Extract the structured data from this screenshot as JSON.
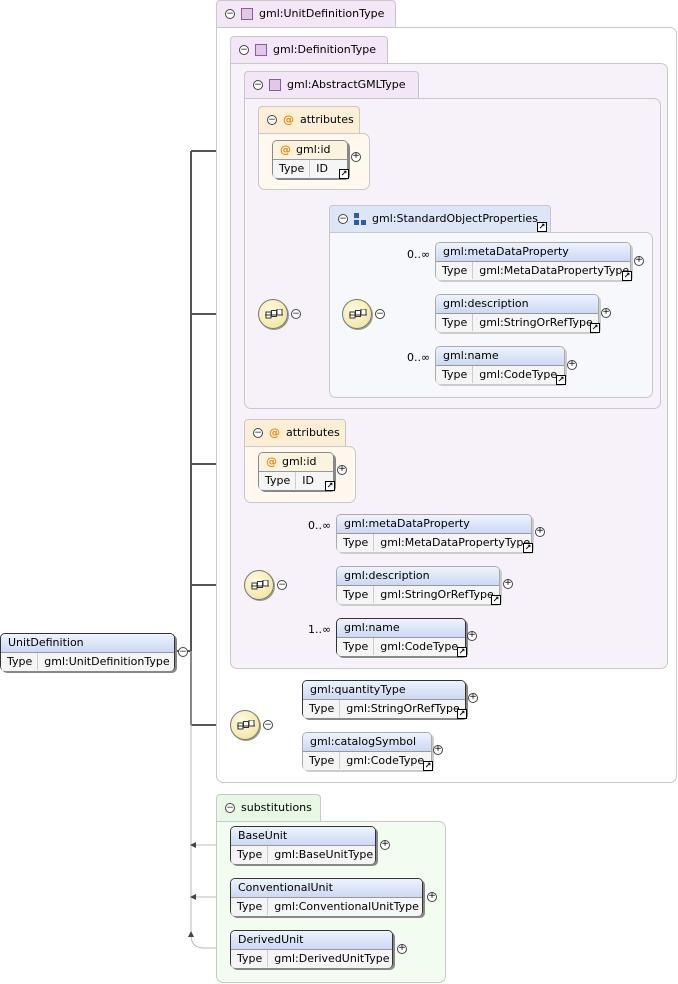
{
  "unit_definition_type": {
    "label": "gml:UnitDefinitionType"
  },
  "definition_type": {
    "label": "gml:DefinitionType"
  },
  "abstract_gml_type": {
    "label": "gml:AbstractGMLType"
  },
  "attributes_label": "attributes",
  "gml_id": {
    "name": "gml:id",
    "type_key": "Type",
    "type_value": "ID"
  },
  "standard_object_properties": {
    "label": "gml:StandardObjectProperties"
  },
  "sop_children": [
    {
      "name": "gml:metaDataProperty",
      "type_key": "Type",
      "type_value": "gml:MetaDataPropertyType",
      "cardinality": "0..∞"
    },
    {
      "name": "gml:description",
      "type_key": "Type",
      "type_value": "gml:StringOrRefType",
      "cardinality": ""
    },
    {
      "name": "gml:name",
      "type_key": "Type",
      "type_value": "gml:CodeType",
      "cardinality": "0..∞"
    }
  ],
  "def_children": [
    {
      "name": "gml:metaDataProperty",
      "type_key": "Type",
      "type_value": "gml:MetaDataPropertyType",
      "cardinality": "0..∞"
    },
    {
      "name": "gml:description",
      "type_key": "Type",
      "type_value": "gml:StringOrRefType",
      "cardinality": ""
    },
    {
      "name": "gml:name",
      "type_key": "Type",
      "type_value": "gml:CodeType",
      "cardinality": "1..∞"
    }
  ],
  "unit_children": [
    {
      "name": "gml:quantityType",
      "type_key": "Type",
      "type_value": "gml:StringOrRefType"
    },
    {
      "name": "gml:catalogSymbol",
      "type_key": "Type",
      "type_value": "gml:CodeType"
    }
  ],
  "root": {
    "name": "UnitDefinition",
    "type_key": "Type",
    "type_value": "gml:UnitDefinitionType"
  },
  "substitutions": {
    "label": "substitutions",
    "items": [
      {
        "name": "BaseUnit",
        "type_key": "Type",
        "type_value": "gml:BaseUnitType"
      },
      {
        "name": "ConventionalUnit",
        "type_key": "Type",
        "type_value": "gml:ConventionalUnitType"
      },
      {
        "name": "DerivedUnit",
        "type_key": "Type",
        "type_value": "gml:DerivedUnitType"
      }
    ]
  },
  "colors": {
    "complex_bg": "#f7f2f9",
    "sop_bg": "#f6f8fc",
    "attr_bg": "#fef8ee",
    "subst_bg": "#f2fcf0"
  }
}
